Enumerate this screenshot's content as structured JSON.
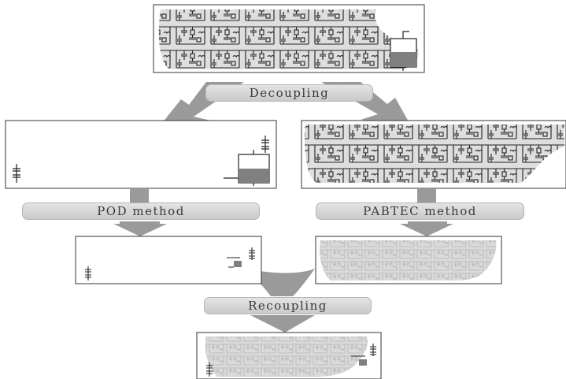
{
  "labels": {
    "decoupling": "Decoupling",
    "pod_method": "POD method",
    "pabtec_method": "PABTEC method",
    "recoupling": "Recoupling"
  },
  "colors": {
    "arrow": "#9a9a9a",
    "circuit_bg": "#dedede",
    "circuit_line": "#222222",
    "tank_fill": "#808080",
    "box_border": "#333333"
  },
  "icons": {
    "circuit": "circuit-network-icon",
    "reduced_circuit": "reduced-circuit-icon",
    "tank": "semiconductor-device-icon",
    "source": "voltage-source-icon"
  }
}
